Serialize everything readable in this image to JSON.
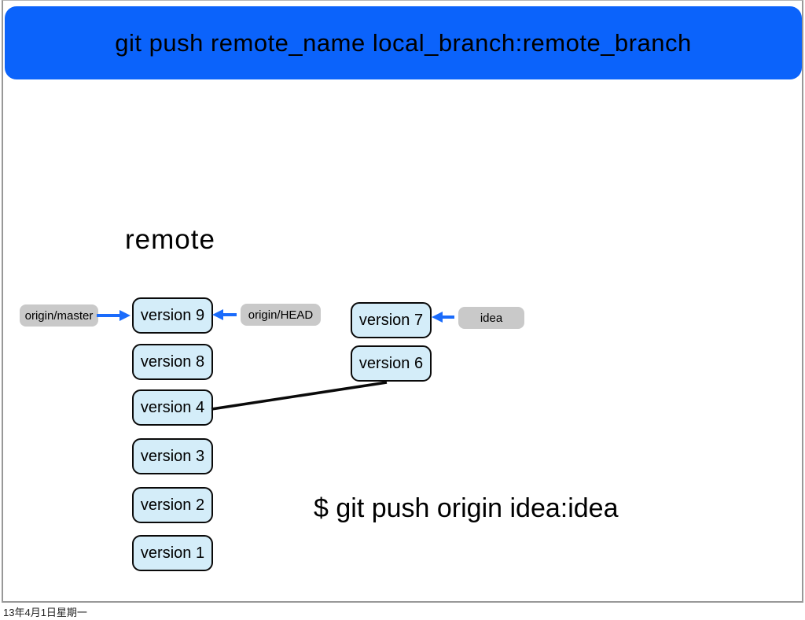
{
  "header": {
    "title": "git push remote_name local_branch:remote_branch"
  },
  "diagram": {
    "heading": "remote",
    "main_line": [
      "version 9",
      "version 8",
      "version 4",
      "version 3",
      "version 2",
      "version 1"
    ],
    "feature_line": [
      "version 7",
      "version 6"
    ],
    "refs": {
      "origin_master": "origin/master",
      "origin_head": "origin/HEAD",
      "idea": "idea"
    }
  },
  "command": "$ git push origin idea:idea",
  "footer": {
    "date": "13年4月1日星期一"
  },
  "colors": {
    "header_blue": "#0b63fb",
    "arrow_blue": "#1a6bfb",
    "connector_black": "#0a0a0a",
    "box_fill": "#d4edf9",
    "box_border": "#0a0a0a",
    "ref_label_gray": "#c9c9c9"
  }
}
